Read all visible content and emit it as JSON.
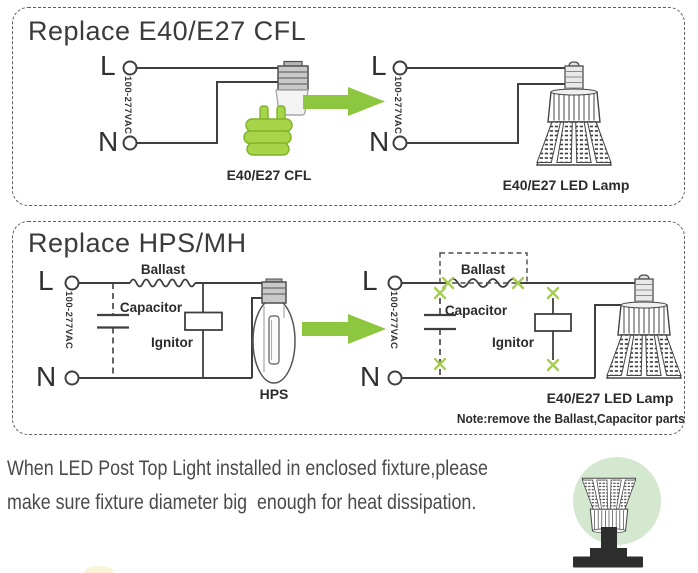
{
  "panel1": {
    "title": "Replace E40/E27 CFL",
    "cfl_caption": "E40/E27 CFL",
    "led_caption": "E40/E27 LED Lamp"
  },
  "panel2": {
    "title": "Replace HPS/MH",
    "hps_caption": "HPS",
    "led_caption": "E40/E27 LED Lamp",
    "note": "Note:remove the Ballast,Capacitor parts"
  },
  "circuit": {
    "live": "L",
    "neutral": "N",
    "vac": "100-277VAC",
    "ballast": "Ballast",
    "capacitor": "Capacitor",
    "ignitor": "Ignitor"
  },
  "footer": {
    "line1": "When LED Post Top Light installed in enclosed fixture,please",
    "line2": "make sure fixture diameter big  enough for heat dissipation."
  },
  "colors": {
    "arrow_green": "#8dc63f",
    "cut_mark_green": "#a6cc52",
    "badge_circle_green": "#d3e8ce",
    "cfl_tube_green": "#a8d44a",
    "wire": "#3f3f3f"
  }
}
